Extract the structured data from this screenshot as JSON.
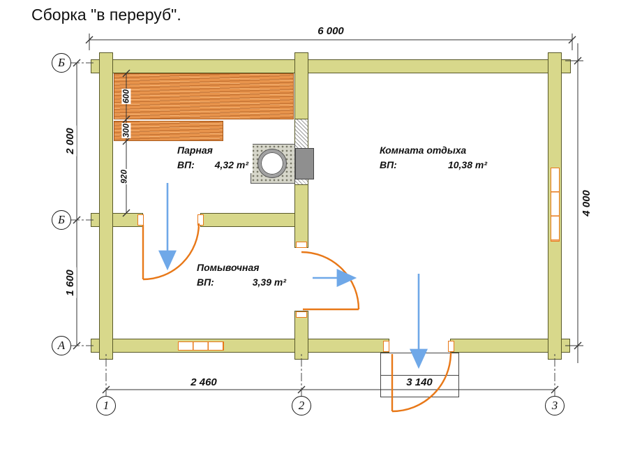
{
  "title": "Сборка \"в переруб\".",
  "axes": {
    "rows": [
      {
        "label": "Б"
      },
      {
        "label": "Б"
      },
      {
        "label": "А"
      }
    ],
    "cols": [
      {
        "label": "1"
      },
      {
        "label": "2"
      },
      {
        "label": "3"
      }
    ]
  },
  "dimensions": {
    "top_width": "6 000",
    "right_height": "4 000",
    "left_upper": "2 000",
    "left_lower": "1 600",
    "bottom_left": "2 460",
    "bottom_right": "3 140",
    "bench_upper": "600",
    "bench_lower": "300",
    "bench_offset": "920"
  },
  "rooms": {
    "parnaya": {
      "name": "Парная",
      "vp_label": "ВП:",
      "area": "4,32 m²"
    },
    "otdyha": {
      "name": "Комната отдыха",
      "vp_label": "ВП:",
      "area": "10,38 m²"
    },
    "pomyvochnaya": {
      "name": "Помывочная",
      "vp_label": "ВП:",
      "area": "3,39 m²"
    }
  },
  "colors": {
    "wall_fill": "#d8d88b",
    "wall_outline": "#585828",
    "wood": "#e8944c",
    "joinery_orange": "#e87818",
    "arrow_blue": "#6fa8e8"
  }
}
